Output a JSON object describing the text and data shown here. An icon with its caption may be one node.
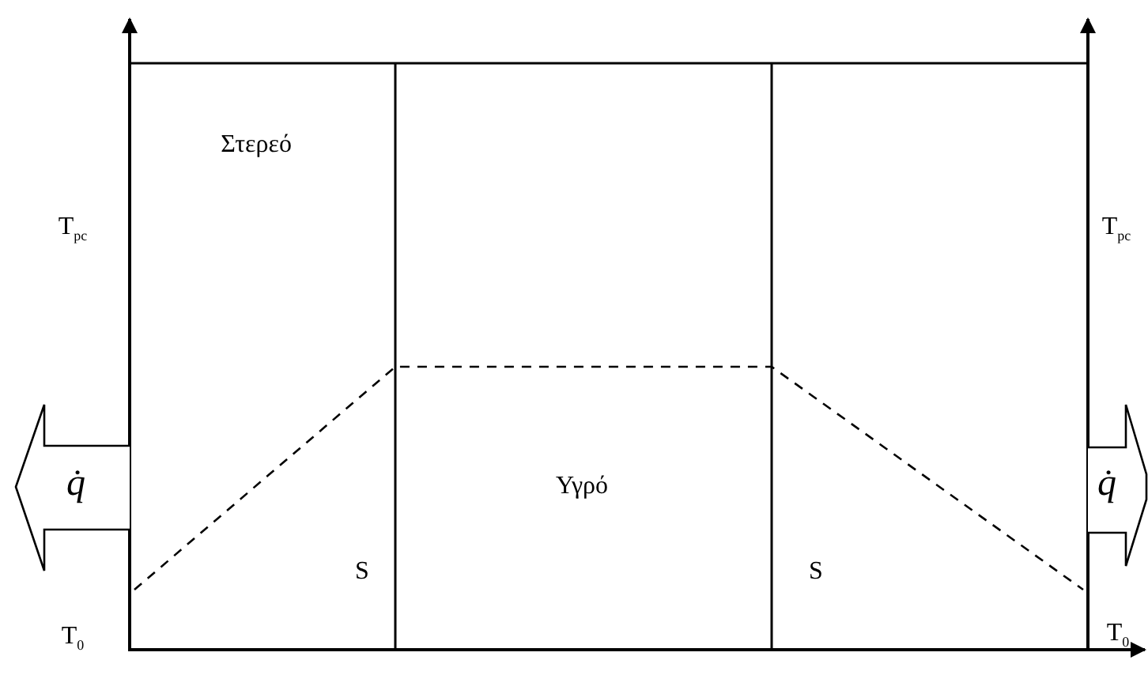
{
  "diagram": {
    "labels": [
      "Στερεό",
      "T$_{pc}$",
      "T$_{pc}$",
      "q̇",
      "Υγρό",
      "q̇",
      "S",
      "S",
      "T$_{0}$",
      "T$_{0}$"
    ]
  }
}
